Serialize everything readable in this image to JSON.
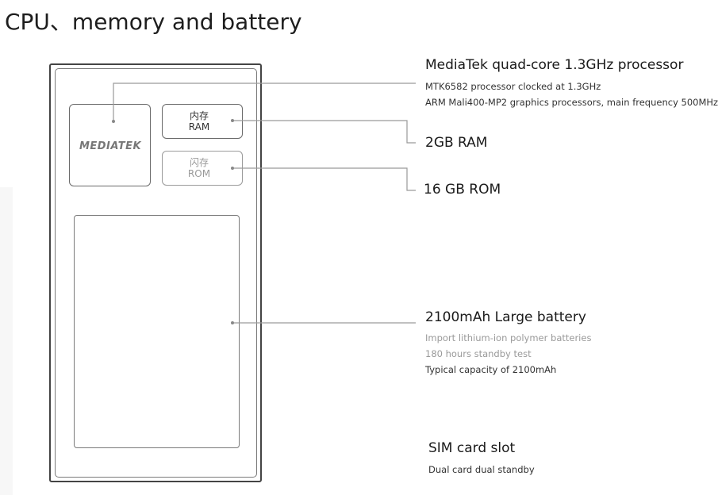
{
  "title": "CPU、memory and battery",
  "phone": {
    "cpu_chip": {
      "logo": "MEDIATEK"
    },
    "ram_chip": {
      "label_cn": "内存",
      "label_en": "RAM"
    },
    "rom_chip": {
      "label_cn": "闪存",
      "label_en": "ROM"
    }
  },
  "specs": {
    "cpu": {
      "heading": "MediaTek quad-core 1.3GHz processor",
      "details": [
        "MTK6582 processor clocked at 1.3GHz",
        "ARM Mali400-MP2 graphics processors, main frequency 500MHz"
      ]
    },
    "ram": {
      "heading": "2GB RAM"
    },
    "rom": {
      "heading": "16 GB ROM"
    },
    "battery": {
      "heading": "2100mAh Large battery",
      "details": [
        "Import lithium-ion polymer batteries",
        "180 hours standby test",
        "Typical capacity of 2100mAh"
      ]
    },
    "sim": {
      "heading": "SIM card slot",
      "details": [
        "Dual card dual standby"
      ]
    }
  }
}
